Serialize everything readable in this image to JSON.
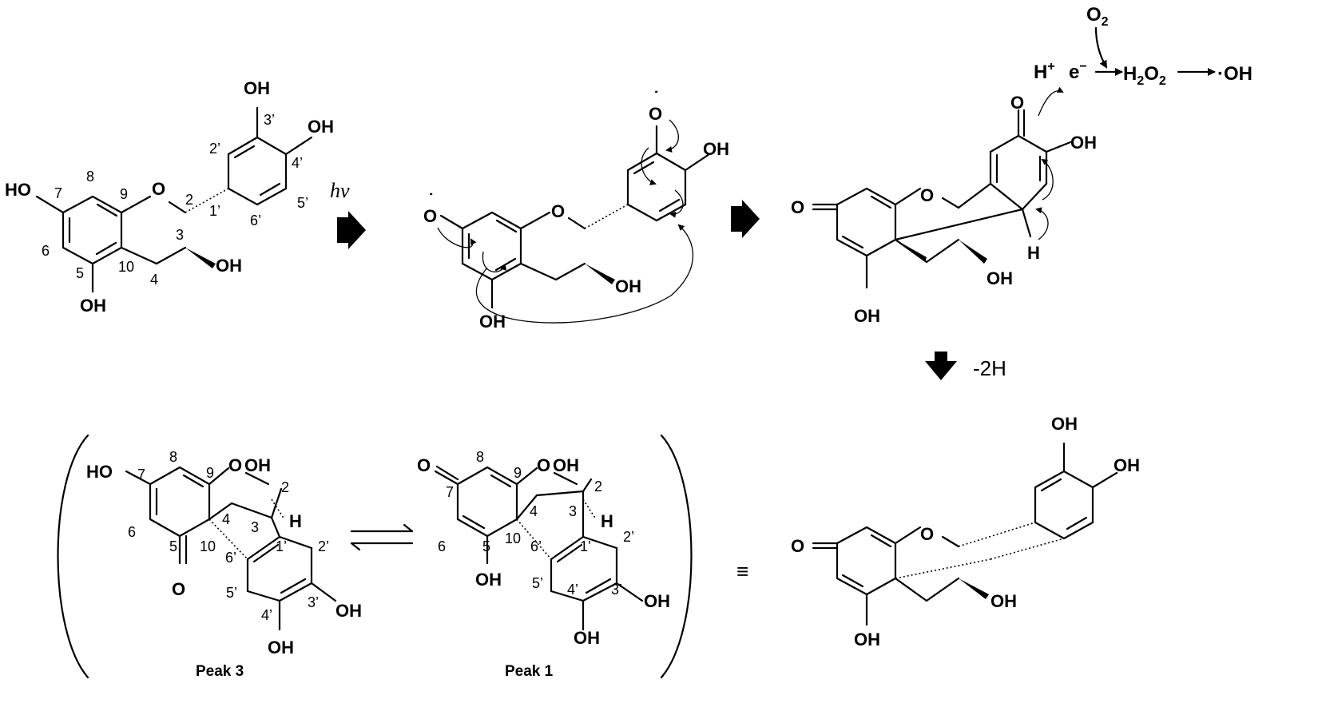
{
  "labels": {
    "oh": "OH",
    "ho": "HO",
    "o": "O",
    "h": "H",
    "radical_o": "O",
    "radical_dot": "˙",
    "hv": "hv",
    "minus_2h": "-2H",
    "equiv": "≡",
    "peak3": "Peak 3",
    "peak1": "Peak 1",
    "o2": "O",
    "o2_sub": "2",
    "h_plus": "H",
    "h_plus_sup": "+",
    "e_minus": "e",
    "e_minus_sup": "−",
    "h2o2_h": "H",
    "h2o2_sub1": "2",
    "h2o2_o": "O",
    "h2o2_sub2": "2",
    "hydroxyl": "·OH"
  },
  "numbering": {
    "n8": "8",
    "n9": "9",
    "n7": "7",
    "n6": "6",
    "n5": "5",
    "n10": "10",
    "n2": "2",
    "n3": "3",
    "n4": "4",
    "n1p": "1’",
    "n2p": "2’",
    "n3p": "3’",
    "n4p": "4’",
    "n5p": "5’",
    "n6p": "6’"
  },
  "colors": {
    "ink": "#000000",
    "background": "#ffffff"
  }
}
